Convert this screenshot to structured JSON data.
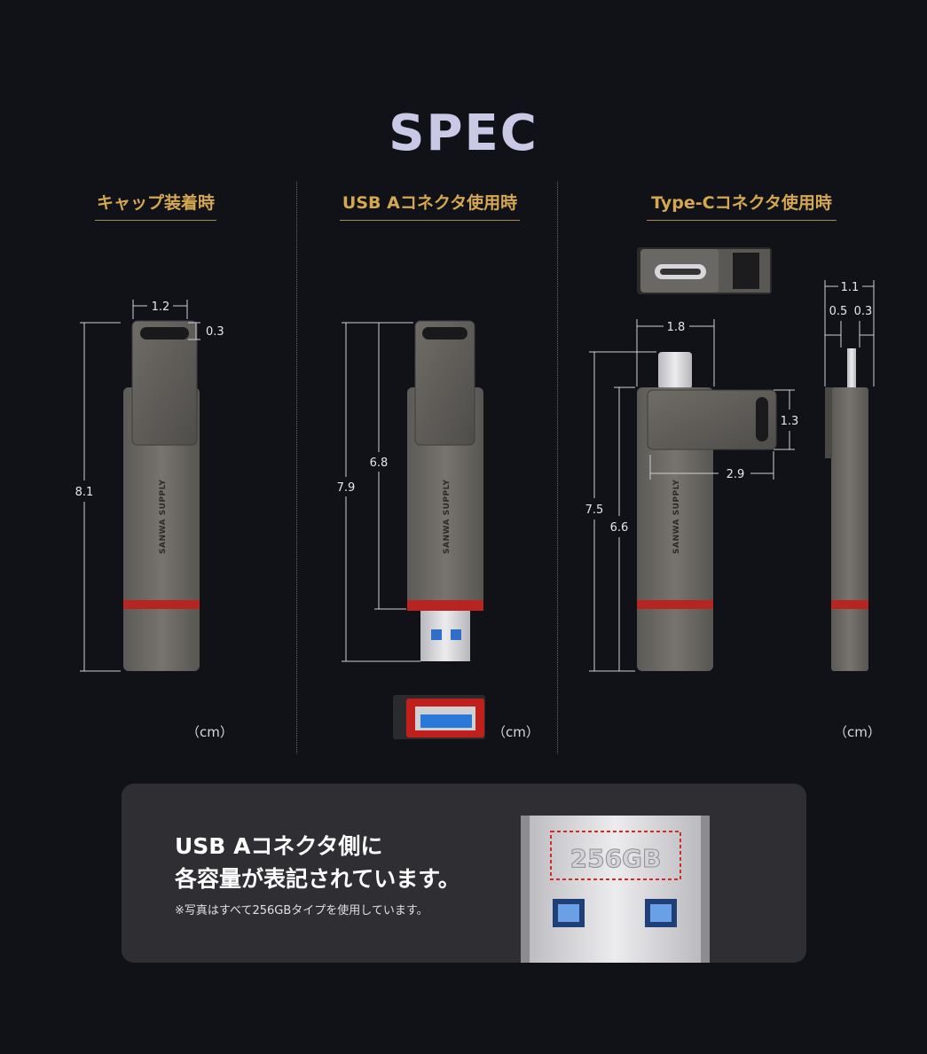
{
  "title": "SPEC",
  "columns": [
    {
      "heading": "キャップ装着時",
      "unit": "（cm）"
    },
    {
      "heading": "USB Aコネクタ使用時",
      "unit": "（cm）"
    },
    {
      "heading": "Type-Cコネクタ使用時",
      "unit": "（cm）"
    }
  ],
  "dimensions": {
    "cap_width": "1.2",
    "cap_thickness": "0.3",
    "cap_length": "8.1",
    "usba_body": "6.8",
    "usba_total": "7.9",
    "typec_width": "1.8",
    "typec_swivel": "1.3",
    "typec_reach": "2.9",
    "typec_total": "7.5",
    "typec_body": "6.6",
    "side_total": "1.1",
    "side_a": "0.5",
    "side_b": "0.3"
  },
  "brand_text": "SANWA SUPPLY",
  "info": {
    "heading_line1": "USB Aコネクタ側に",
    "heading_line2": "各容量が表記されています。",
    "note": "※写真はすべて256GBタイプを使用しています。",
    "capacity_label": "256GB"
  }
}
